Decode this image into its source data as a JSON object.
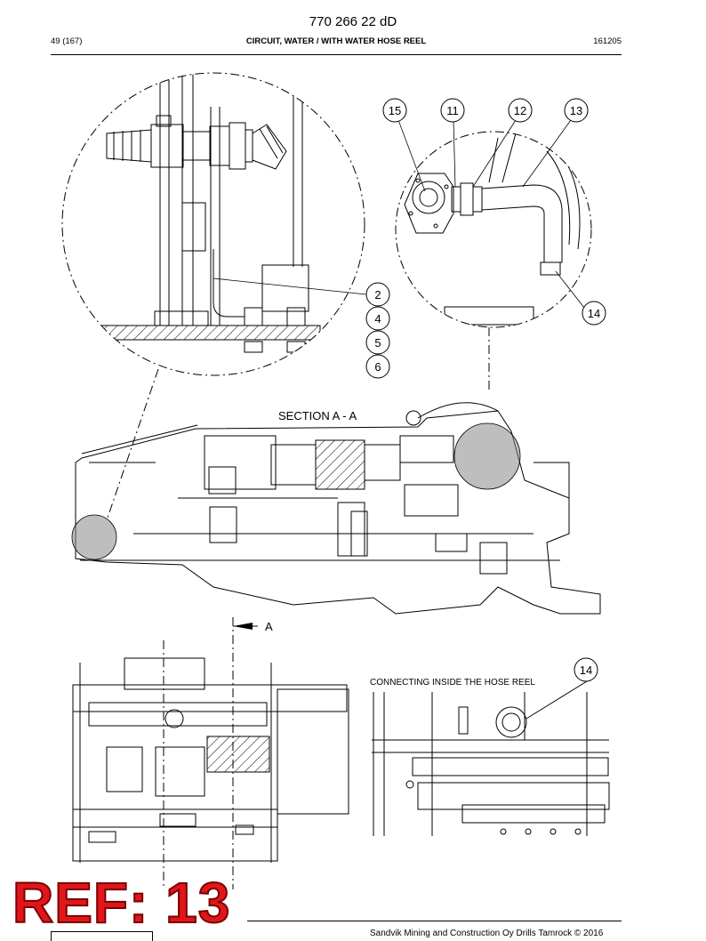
{
  "document": {
    "number": "770 266 22 dD",
    "page": "49 (167)",
    "title": "CIRCUIT, WATER / WITH WATER HOSE REEL",
    "date": "161205"
  },
  "drawing": {
    "section_label": "SECTION A - A",
    "view_arrow_label": "A",
    "detail_caption": "CONNECTING INSIDE THE HOSE REEL",
    "callouts_top_right": [
      "15",
      "11",
      "12",
      "13"
    ],
    "callout_14": "14",
    "callouts_left_stack": [
      "2",
      "4",
      "5",
      "6"
    ],
    "callout_detail": "14"
  },
  "stamp": {
    "text": "REF: 13",
    "color": "#e0161b"
  },
  "footer": {
    "text": "Sandvik Mining and Construction Oy Drills Tamrock © 2016"
  }
}
